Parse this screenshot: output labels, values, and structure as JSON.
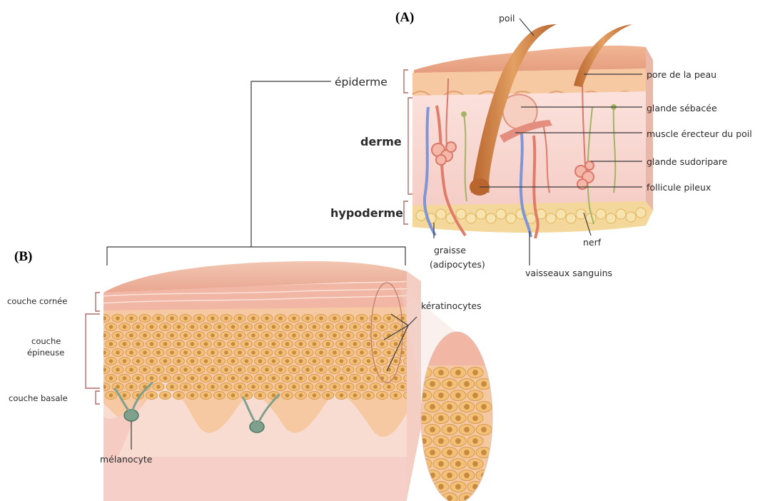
{
  "panels": {
    "a": "(A)",
    "b": "(B)"
  },
  "layers_a": {
    "epiderme": "épiderme",
    "derme": "derme",
    "hypoderme": "hypoderme"
  },
  "labels_a": {
    "poil": "poil",
    "pore": "pore de la peau",
    "glande_sebacee": "glande sébacée",
    "muscle": "muscle érecteur du poil",
    "glande_sudoripare": "glande sudoripare",
    "follicule": "follicule pileux",
    "graisse_1": "graisse",
    "graisse_2": "(adipocytes)",
    "vaisseaux": "vaisseaux sanguins",
    "nerf": "nerf"
  },
  "layers_b": {
    "cornee": "couche cornée",
    "epineuse_1": "couche",
    "epineuse_2": "épineuse",
    "basale": "couche basale"
  },
  "labels_b": {
    "keratinocytes": "kératinocytes",
    "melanocyte": "mélanocyte"
  },
  "colors": {
    "skin_top": "#e8a98a",
    "epidermis": "#f6c9a3",
    "dermis": "#f8d9d4",
    "hypodermis": "#f4d79a",
    "cell": "#f2c077",
    "cell_core": "#c88a3e",
    "melanocyte": "#7fa08c",
    "hair": "#c87a3c",
    "vein": "#7f95d6",
    "artery": "#e07c6a",
    "nerve": "#a3b466",
    "bracket": "#b46a6a"
  }
}
